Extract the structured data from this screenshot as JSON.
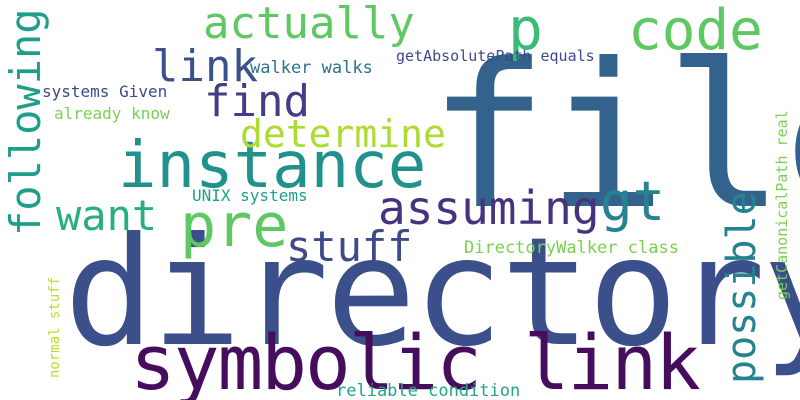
{
  "word_cloud": {
    "words": [
      {
        "text": "file",
        "color": "#33638d"
      },
      {
        "text": "directory",
        "color": "#3b4f8a"
      },
      {
        "text": "symbolic link",
        "color": "#450d5b"
      },
      {
        "text": "instance",
        "color": "#21918c"
      },
      {
        "text": "code",
        "color": "#5ec962"
      },
      {
        "text": "p",
        "color": "#3bbb75"
      },
      {
        "text": "actually",
        "color": "#5ec962"
      },
      {
        "text": "link",
        "color": "#3a528b"
      },
      {
        "text": "find",
        "color": "#433d84"
      },
      {
        "text": "determine",
        "color": "#addc30"
      },
      {
        "text": "gt",
        "color": "#26828e"
      },
      {
        "text": "pre",
        "color": "#5ec962"
      },
      {
        "text": "want",
        "color": "#29af7f"
      },
      {
        "text": "assuming",
        "color": "#46327e"
      },
      {
        "text": "stuff",
        "color": "#3e4a89"
      },
      {
        "text": "following",
        "color": "#1f9e89"
      },
      {
        "text": "possible",
        "color": "#25838e"
      },
      {
        "text": "walker walks",
        "color": "#2c728e"
      },
      {
        "text": "getAbsolutePath equals",
        "color": "#3e4989"
      },
      {
        "text": "systems Given",
        "color": "#3e4989"
      },
      {
        "text": "already know",
        "color": "#7ad151"
      },
      {
        "text": "UNIX systems",
        "color": "#1f9e89"
      },
      {
        "text": "DirectoryWalker class",
        "color": "#7ad151"
      },
      {
        "text": "reliable condition",
        "color": "#21a685"
      },
      {
        "text": "getCanonicalPath real",
        "color": "#7ad151"
      },
      {
        "text": "normal stuff",
        "color": "#bddf26"
      }
    ]
  }
}
